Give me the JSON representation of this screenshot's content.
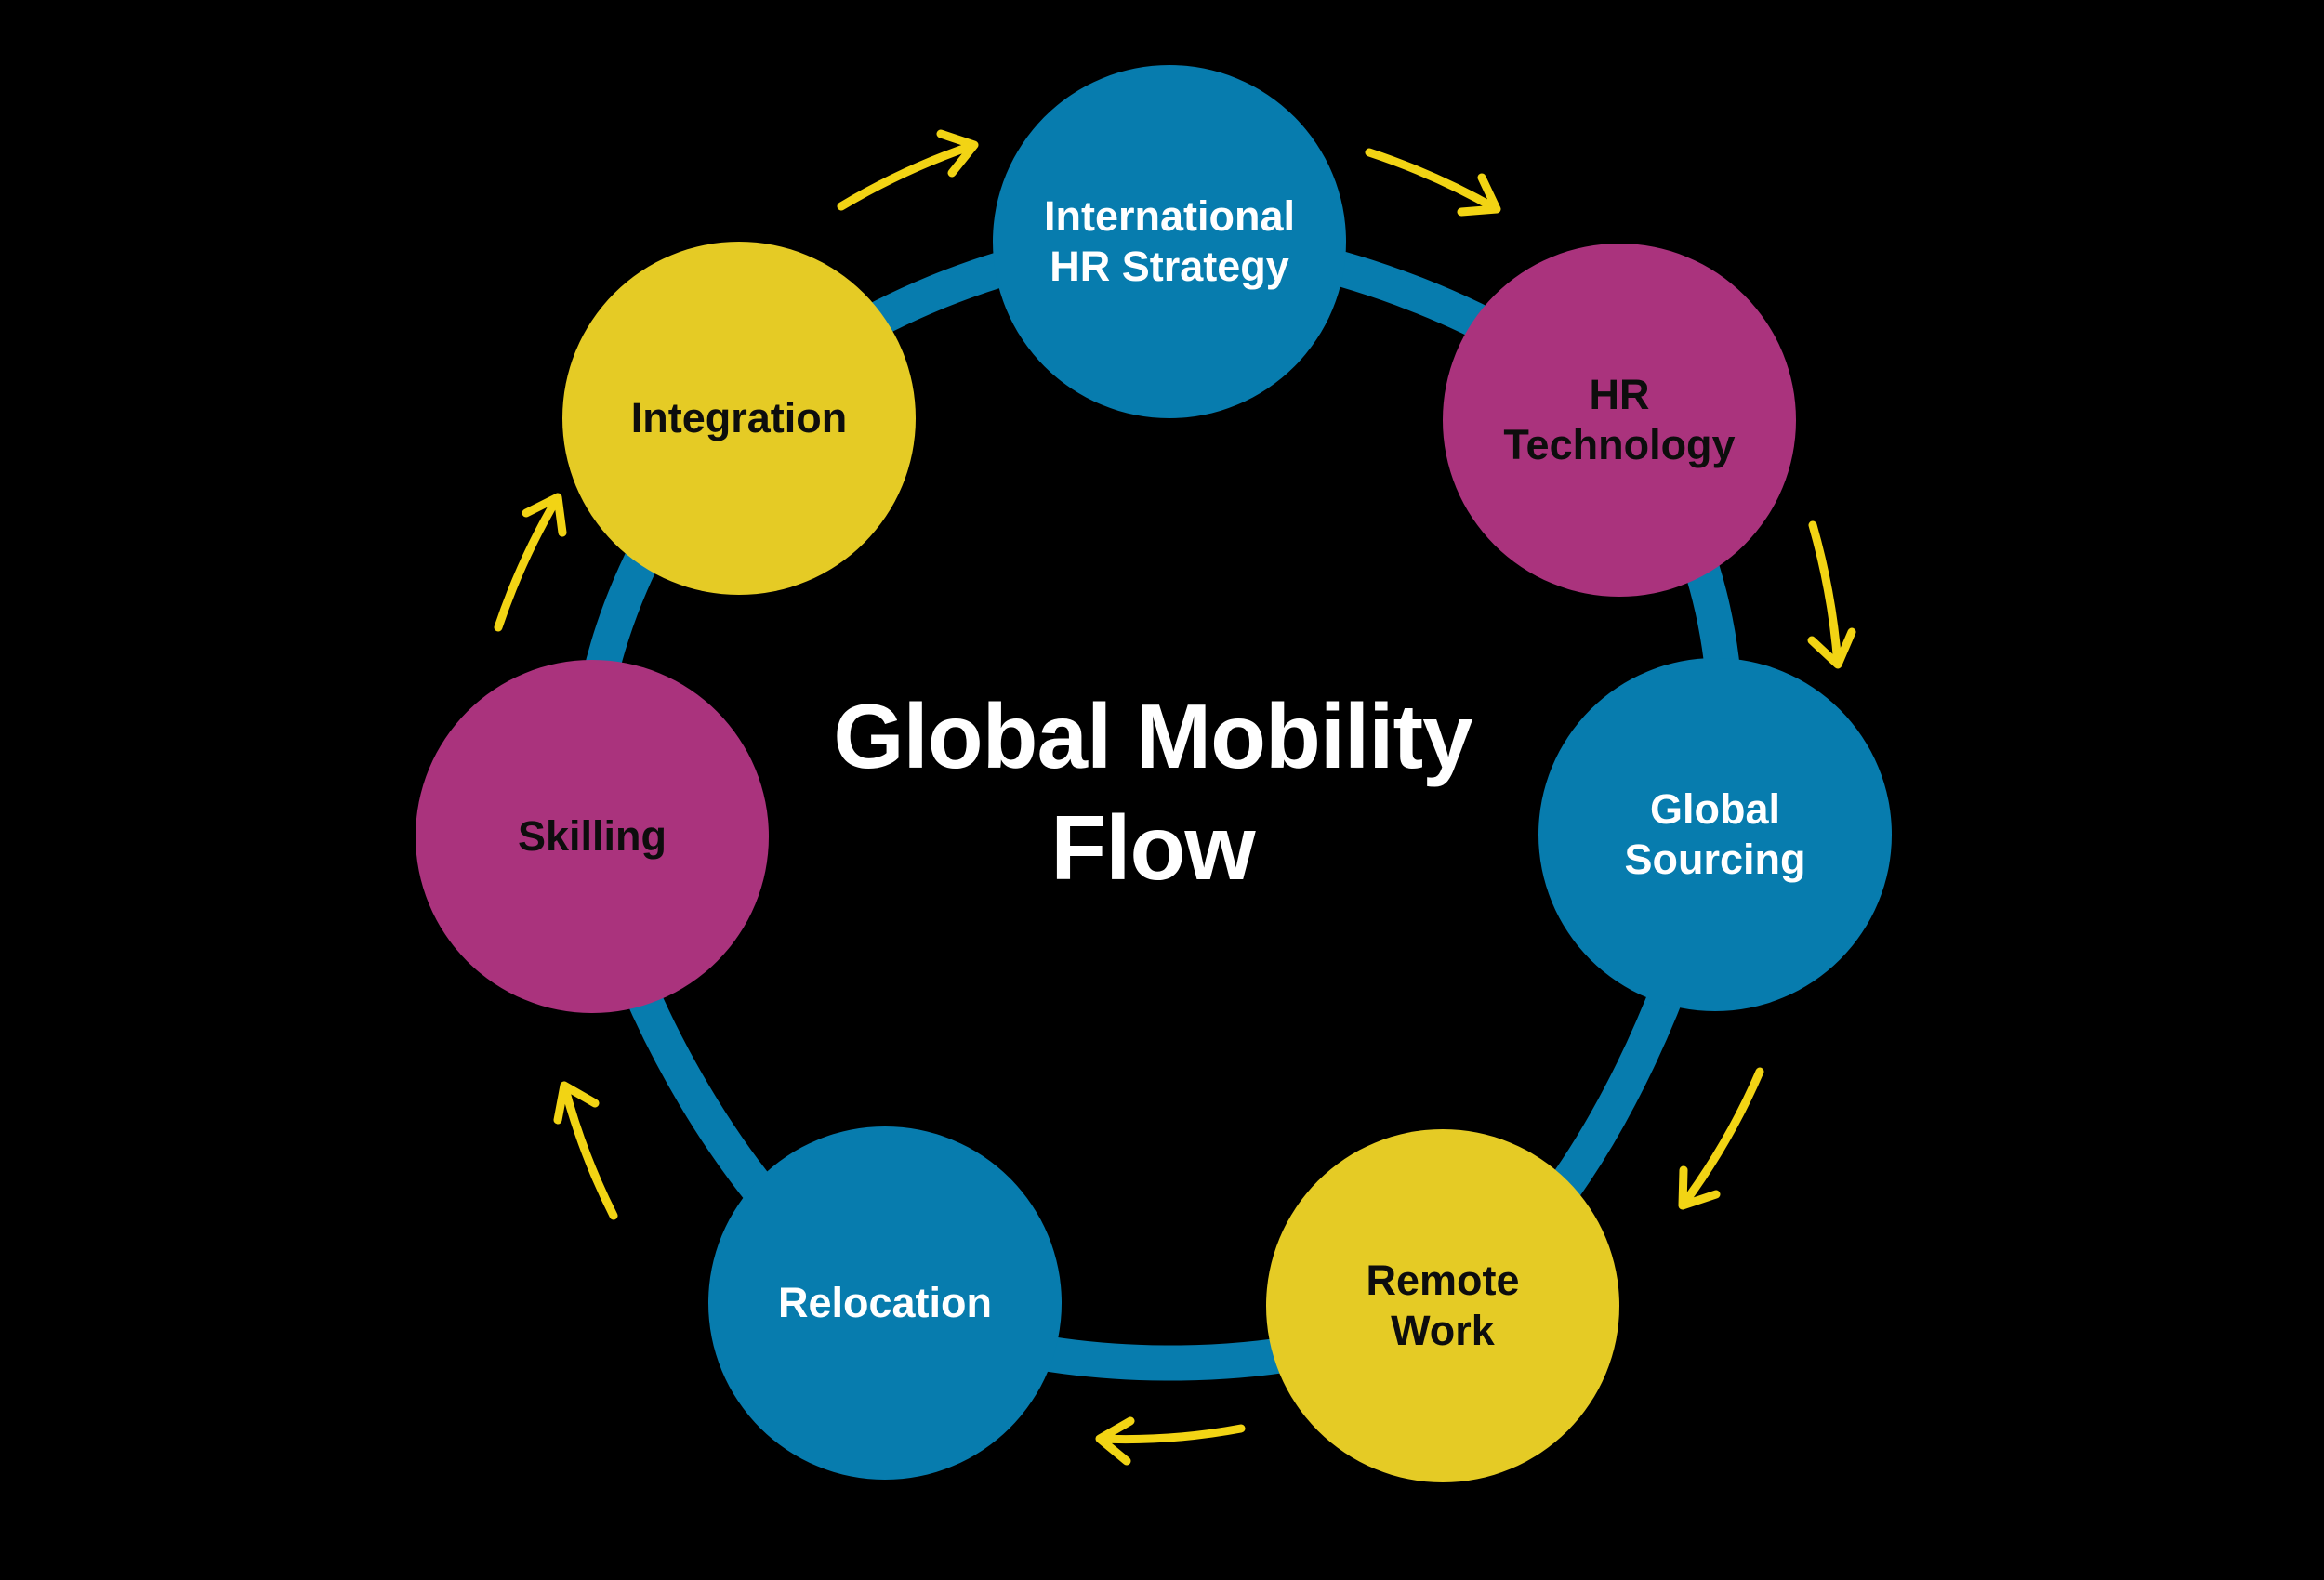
{
  "title": "Global Mobility Flow",
  "title_display": "Global Mobility\nFlow",
  "diagram_type": "circular-cycle",
  "colors": {
    "background": "#000000",
    "ring": "#077CAE",
    "node_blue": "#077CAE",
    "node_magenta": "#AA337D",
    "node_yellow": "#E5CB25",
    "arrow_yellow": "#F2D414",
    "text_on_blue": "#FFFFFF",
    "text_on_light": "#0D0D0D"
  },
  "nodes": [
    {
      "id": "international-hr-strategy",
      "label": "International\nHR Strategy",
      "color": "blue"
    },
    {
      "id": "hr-technology",
      "label": "HR\nTechnology",
      "color": "magenta"
    },
    {
      "id": "global-sourcing",
      "label": "Global\nSourcing",
      "color": "blue"
    },
    {
      "id": "remote-work",
      "label": "Remote\nWork",
      "color": "yellow"
    },
    {
      "id": "relocation",
      "label": "Relocation",
      "color": "blue"
    },
    {
      "id": "skilling",
      "label": "Skilling",
      "color": "magenta"
    },
    {
      "id": "integration",
      "label": "Integration",
      "color": "yellow"
    }
  ],
  "flow": {
    "direction": "clockwise",
    "sequence": [
      "International HR Strategy",
      "HR Technology",
      "Global Sourcing",
      "Remote Work",
      "Relocation",
      "Skilling",
      "Integration"
    ]
  }
}
